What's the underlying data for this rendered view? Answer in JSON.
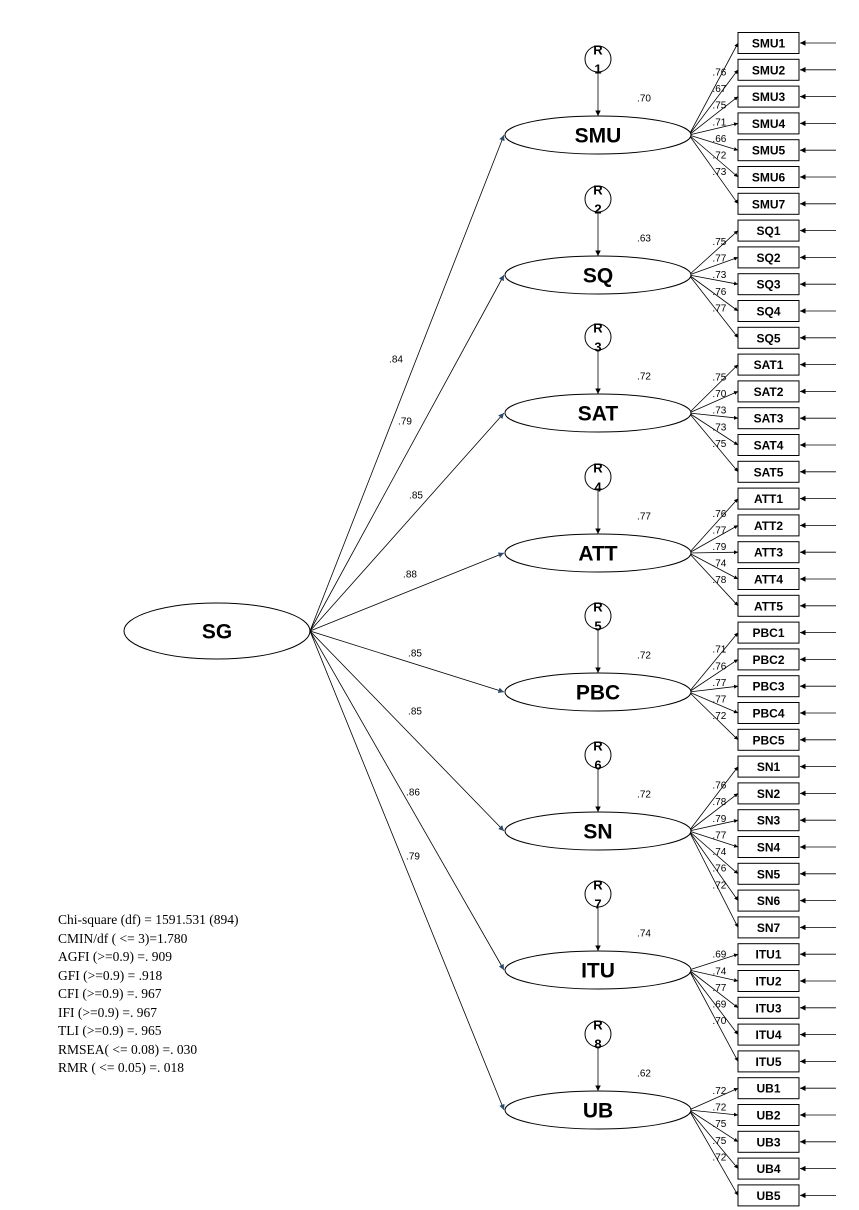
{
  "diagram": {
    "root": {
      "label": "SG"
    },
    "latents": [
      {
        "label": "SMU",
        "path": ".84",
        "r2": ".70",
        "residual": [
          "R",
          "1"
        ],
        "indicators": [
          {
            "label": "SMU1",
            "loading": ".76"
          },
          {
            "label": "SMU2",
            "loading": ".67"
          },
          {
            "label": "SMU3",
            "loading": ".75"
          },
          {
            "label": "SMU4",
            "loading": ".71"
          },
          {
            "label": "SMU5",
            "loading": ".66"
          },
          {
            "label": "SMU6",
            "loading": ".72"
          },
          {
            "label": "SMU7",
            "loading": ".73"
          }
        ]
      },
      {
        "label": "SQ",
        "path": ".79",
        "r2": ".63",
        "residual": [
          "R",
          "2"
        ],
        "indicators": [
          {
            "label": "SQ1",
            "loading": ".75"
          },
          {
            "label": "SQ2",
            "loading": ".77"
          },
          {
            "label": "SQ3",
            "loading": ".73"
          },
          {
            "label": "SQ4",
            "loading": ".76"
          },
          {
            "label": "SQ5",
            "loading": ".77"
          }
        ]
      },
      {
        "label": "SAT",
        "path": ".85",
        "r2": ".72",
        "residual": [
          "R",
          "3"
        ],
        "indicators": [
          {
            "label": "SAT1",
            "loading": ".75"
          },
          {
            "label": "SAT2",
            "loading": ".70"
          },
          {
            "label": "SAT3",
            "loading": ".73"
          },
          {
            "label": "SAT4",
            "loading": ".73"
          },
          {
            "label": "SAT5",
            "loading": ".75"
          }
        ]
      },
      {
        "label": "ATT",
        "path": ".88",
        "r2": ".77",
        "residual": [
          "R",
          "4"
        ],
        "indicators": [
          {
            "label": "ATT1",
            "loading": ".76"
          },
          {
            "label": "ATT2",
            "loading": ".77"
          },
          {
            "label": "ATT3",
            "loading": ".79"
          },
          {
            "label": "ATT4",
            "loading": ".74"
          },
          {
            "label": "ATT5",
            "loading": ".78"
          }
        ]
      },
      {
        "label": "PBC",
        "path": ".85",
        "r2": ".72",
        "residual": [
          "R",
          "5"
        ],
        "indicators": [
          {
            "label": "PBC1",
            "loading": ".71"
          },
          {
            "label": "PBC2",
            "loading": ".76"
          },
          {
            "label": "PBC3",
            "loading": ".77"
          },
          {
            "label": "PBC4",
            "loading": ".77"
          },
          {
            "label": "PBC5",
            "loading": ".72"
          }
        ]
      },
      {
        "label": "SN",
        "path": ".85",
        "r2": ".72",
        "residual": [
          "R",
          "6"
        ],
        "indicators": [
          {
            "label": "SN1",
            "loading": ".76"
          },
          {
            "label": "SN2",
            "loading": ".78"
          },
          {
            "label": "SN3",
            "loading": ".79"
          },
          {
            "label": "SN4",
            "loading": ".77"
          },
          {
            "label": "SN5",
            "loading": ".74"
          },
          {
            "label": "SN6",
            "loading": ".76"
          },
          {
            "label": "SN7",
            "loading": ".72"
          }
        ]
      },
      {
        "label": "ITU",
        "path": ".86",
        "r2": ".74",
        "residual": [
          "R",
          "7"
        ],
        "indicators": [
          {
            "label": "ITU1",
            "loading": ".69"
          },
          {
            "label": "ITU2",
            "loading": ".74"
          },
          {
            "label": "ITU3",
            "loading": ".77"
          },
          {
            "label": "ITU4",
            "loading": ".69"
          },
          {
            "label": "ITU5",
            "loading": ".70"
          }
        ]
      },
      {
        "label": "UB",
        "path": ".79",
        "r2": ".62",
        "residual": [
          "R",
          "8"
        ],
        "indicators": [
          {
            "label": "UB1",
            "loading": ".72"
          },
          {
            "label": "UB2",
            "loading": ".72"
          },
          {
            "label": "UB3",
            "loading": ".75"
          },
          {
            "label": "UB4",
            "loading": ".75"
          },
          {
            "label": "UB5",
            "loading": ".72"
          }
        ]
      }
    ]
  },
  "fit_stats": {
    "chi_square": "Chi-square (df) = 1591.531 (894)",
    "cmin_df": "CMIN/df ( <= 3)=1.780",
    "agfi": "AGFI (>=0.9) =. 909",
    "gfi": "GFI (>=0.9) = .918",
    "cfi": "CFI (>=0.9) =. 967",
    "ifi": "IFI (>=0.9) =. 967",
    "tli": "TLI (>=0.9) =. 965",
    "rmsea": "RMSEA( <= 0.08) =. 030",
    "rmr": "RMR ( <= 0.05) =. 018"
  }
}
